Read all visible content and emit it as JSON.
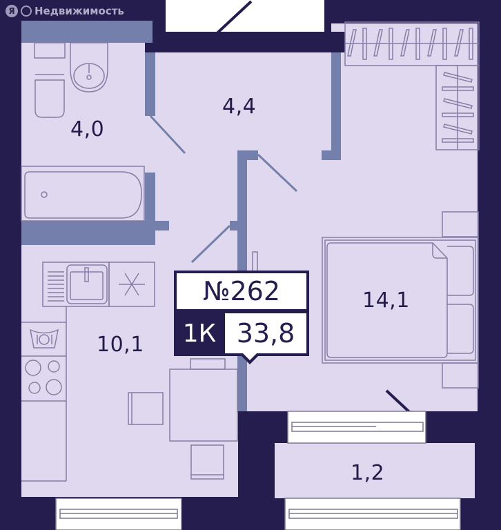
{
  "brand": {
    "logo_letter": "Я",
    "name": "Недвижимость"
  },
  "apartment": {
    "number": "№262",
    "type": "1К",
    "total_area": "33,8"
  },
  "rooms": [
    {
      "id": "bathroom",
      "area": "4,0"
    },
    {
      "id": "hallway",
      "area": "4,4"
    },
    {
      "id": "bedroom",
      "area": "14,1"
    },
    {
      "id": "kitchen",
      "area": "10,1"
    },
    {
      "id": "balcony",
      "area": "1,2"
    }
  ],
  "colors": {
    "wall_dark": "#241d4e",
    "wall_partition": "#7480ab",
    "floor": "#e0d8ee",
    "line": "#857ea5",
    "window": "#ffffff"
  }
}
